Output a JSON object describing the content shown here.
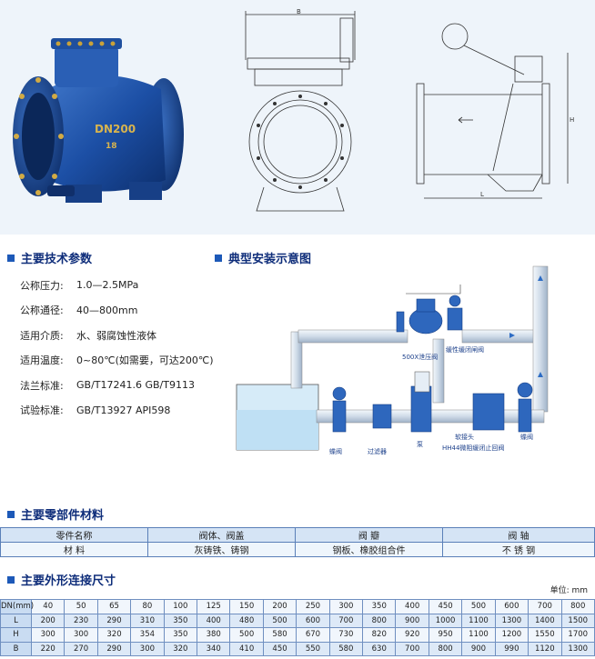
{
  "photo": {
    "nameplate_size": "DN200",
    "nameplate_mark": "18"
  },
  "drawings": {
    "dim_b": "B",
    "dim_h": "H",
    "dim_l": "L"
  },
  "specs": {
    "title": "主要技术参数",
    "rows": [
      {
        "label": "公称压力:",
        "value": "1.0—2.5MPa"
      },
      {
        "label": "公称通径:",
        "value": "40—800mm"
      },
      {
        "label": "适用介质:",
        "value": "水、弱腐蚀性液体"
      },
      {
        "label": "适用温度:",
        "value": "0~80℃(如需要，可达200℃)"
      },
      {
        "label": "法兰标准:",
        "value": "GB/T17241.6  GB/T9113"
      },
      {
        "label": "试验标准:",
        "value": "GB/T13927  API598"
      }
    ]
  },
  "install": {
    "title": "典型安装示意图",
    "labels": {
      "valve500x": "500X泄压阀",
      "slow_close": "缓性缓闭闸阀",
      "gate": "蝶阀",
      "filter": "过滤器",
      "pump": "泵",
      "soft_joint": "软接头",
      "check": "HH44微阻缓闭止回阀",
      "gate2": "蝶阀"
    }
  },
  "materials": {
    "title": "主要零部件材料",
    "headers": [
      "零件名称",
      "阀体、阀盖",
      "阀  瓣",
      "阀  轴"
    ],
    "values": [
      "材  料",
      "灰铸铁、铸钢",
      "钢板、橡胶组合件",
      "不 锈 钢"
    ]
  },
  "dimensions": {
    "title": "主要外形连接尺寸",
    "unit": "单位: mm",
    "rows": [
      {
        "name": "DN(mm)",
        "cells": [
          "40",
          "50",
          "65",
          "80",
          "100",
          "125",
          "150",
          "200",
          "250",
          "300",
          "350",
          "400",
          "450",
          "500",
          "600",
          "700",
          "800"
        ]
      },
      {
        "name": "L",
        "cells": [
          "200",
          "230",
          "290",
          "310",
          "350",
          "400",
          "480",
          "500",
          "600",
          "700",
          "800",
          "900",
          "1000",
          "1100",
          "1300",
          "1400",
          "1500"
        ]
      },
      {
        "name": "H",
        "cells": [
          "300",
          "300",
          "320",
          "354",
          "350",
          "380",
          "500",
          "580",
          "670",
          "730",
          "820",
          "920",
          "950",
          "1100",
          "1200",
          "1550",
          "1700"
        ]
      },
      {
        "name": "B",
        "cells": [
          "220",
          "270",
          "290",
          "300",
          "320",
          "340",
          "410",
          "450",
          "550",
          "580",
          "630",
          "700",
          "800",
          "900",
          "990",
          "1120",
          "1300"
        ]
      }
    ]
  }
}
